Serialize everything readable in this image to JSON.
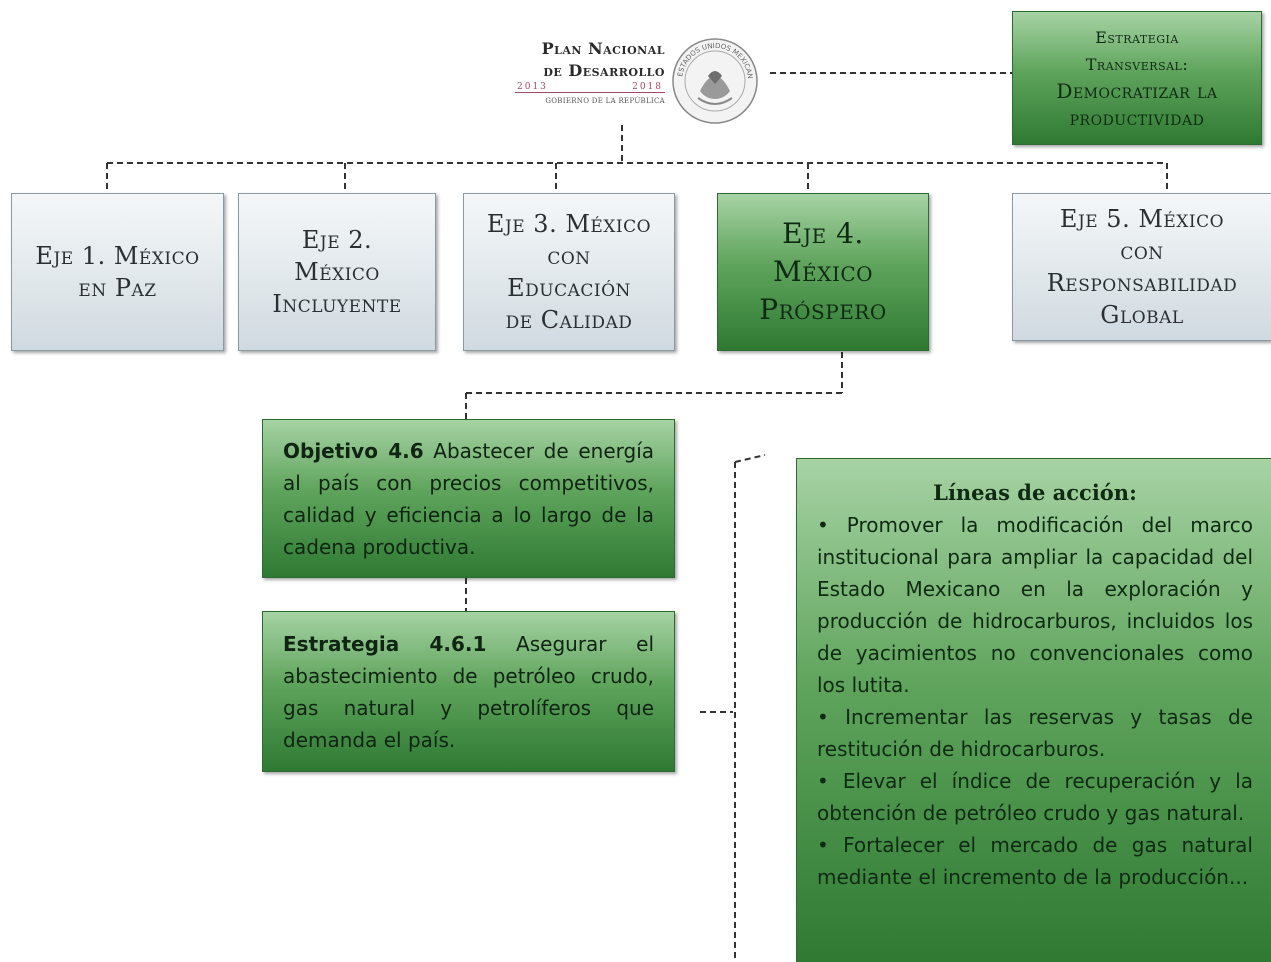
{
  "header": {
    "logo_line1": "Plan Nacional",
    "logo_line2": "de Desarrollo",
    "logo_year_start": "2013",
    "logo_year_end": "2018",
    "logo_sub": "GOBIERNO DE LA REPÚBLICA",
    "seal_text": "ESTADOS UNIDOS MEXICANOS"
  },
  "strategy": {
    "line1": "Estrategia",
    "line2": "Transversal:",
    "line3": "Democratizar la",
    "line4": "productividad"
  },
  "axes": [
    {
      "lines": [
        "Eje 1. México",
        "en Paz"
      ]
    },
    {
      "lines": [
        "Eje 2.",
        "México",
        "Incluyente"
      ]
    },
    {
      "lines": [
        "Eje 3. México",
        "con",
        "Educación",
        "de Calidad"
      ]
    },
    {
      "lines": [
        "Eje 4.",
        "México",
        "Próspero"
      ]
    },
    {
      "lines": [
        "Eje 5. México",
        "con",
        "Responsabilidad",
        "Global"
      ]
    }
  ],
  "objective": {
    "label": "Objetivo 4.6",
    "text": "Abastecer de energía al país con precios competitivos, calidad y eficiencia a lo largo de la cadena productiva."
  },
  "strategy_461": {
    "label": "Estrategia 4.6.1",
    "text": "Asegurar el abastecimiento de petróleo crudo, gas natural y petrolíferos que demanda el país."
  },
  "action_lines": {
    "title": "Líneas de acción:",
    "items": [
      "• Promover la modificación del marco institucional para ampliar la capacidad del Estado Mexicano en la exploración y producción de hidrocarburos, incluidos los de yacimientos no convencionales como los lutita.",
      "• Incrementar las reservas y tasas de restitución de hidrocarburos.",
      "• Elevar el índice de recuperación y la obtención de petróleo crudo y gas natural.",
      "• Fortalecer el mercado de gas natural mediante el incremento de la producción..."
    ]
  },
  "colors": {
    "green_dark": "#2f7a33",
    "green_light": "#a7d3a4",
    "grey_box": "#dfe6ea",
    "connector": "#333333"
  }
}
